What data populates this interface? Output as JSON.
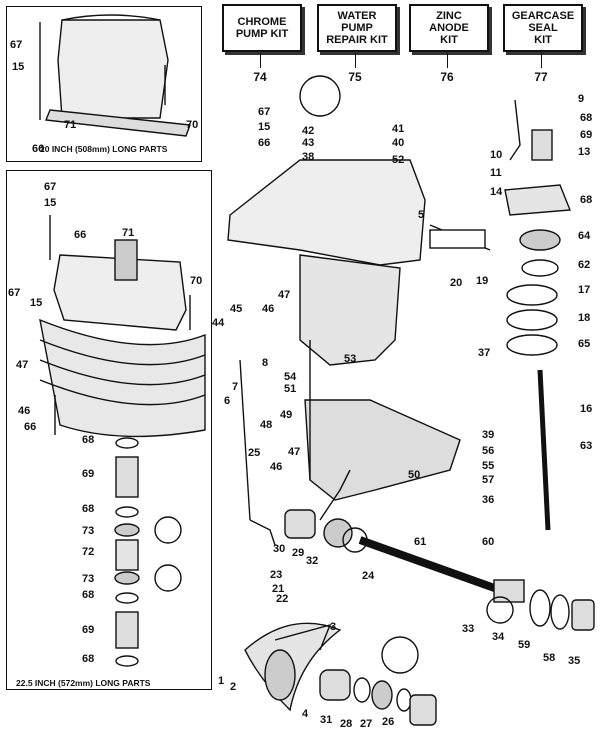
{
  "kits": [
    {
      "label": "CHROME\nPUMP KIT",
      "number": "74"
    },
    {
      "label": "WATER\nPUMP\nREPAIR KIT",
      "number": "75"
    },
    {
      "label": "ZINC\nANODE\nKIT",
      "number": "76"
    },
    {
      "label": "GEARCASE\nSEAL\nKIT",
      "number": "77"
    }
  ],
  "boxes": {
    "top_caption": "20 INCH (508mm) LONG PARTS",
    "bottom_caption": "22.5 INCH (572mm) LONG PARTS"
  },
  "callouts": [
    "67",
    "15",
    "71",
    "70",
    "66",
    "67",
    "15",
    "66",
    "71",
    "70",
    "67",
    "15",
    "47",
    "46",
    "66",
    "68",
    "69",
    "68",
    "73",
    "72",
    "73",
    "68",
    "69",
    "68",
    "67",
    "15",
    "66",
    "42",
    "43",
    "38",
    "41",
    "40",
    "52",
    "5",
    "20",
    "19",
    "44",
    "45",
    "46",
    "47",
    "8",
    "6",
    "7",
    "53",
    "37",
    "54",
    "51",
    "49",
    "48",
    "47",
    "46",
    "25",
    "50",
    "39",
    "56",
    "55",
    "57",
    "36",
    "9",
    "68",
    "69",
    "10",
    "13",
    "11",
    "14",
    "68",
    "64",
    "62",
    "17",
    "18",
    "65",
    "16",
    "63",
    "30",
    "29",
    "32",
    "24",
    "61",
    "60",
    "23",
    "21",
    "22",
    "33",
    "34",
    "59",
    "58",
    "35",
    "3",
    "1",
    "2",
    "4",
    "31",
    "28",
    "27",
    "26"
  ]
}
